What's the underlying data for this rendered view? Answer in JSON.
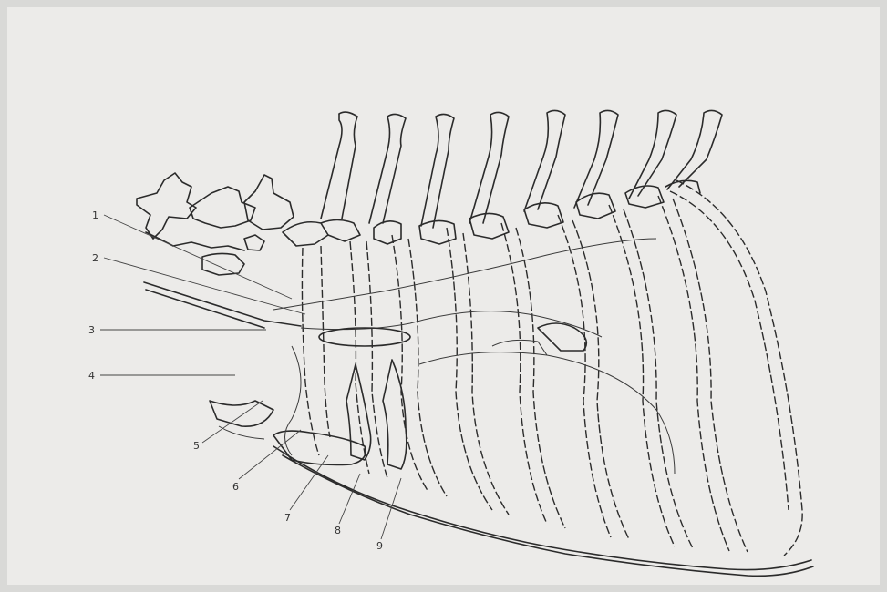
{
  "diagram": {
    "callouts": [
      {
        "id": "1",
        "label": "1"
      },
      {
        "id": "2",
        "label": "2"
      },
      {
        "id": "3",
        "label": "3"
      },
      {
        "id": "4",
        "label": "4"
      },
      {
        "id": "5",
        "label": "5"
      },
      {
        "id": "6",
        "label": "6"
      },
      {
        "id": "7",
        "label": "7"
      },
      {
        "id": "8",
        "label": "8"
      },
      {
        "id": "9",
        "label": "9"
      }
    ]
  },
  "colors": {
    "background": "#d9d9d7",
    "paper": "#ecebe9",
    "ink": "#2b2b2b"
  }
}
